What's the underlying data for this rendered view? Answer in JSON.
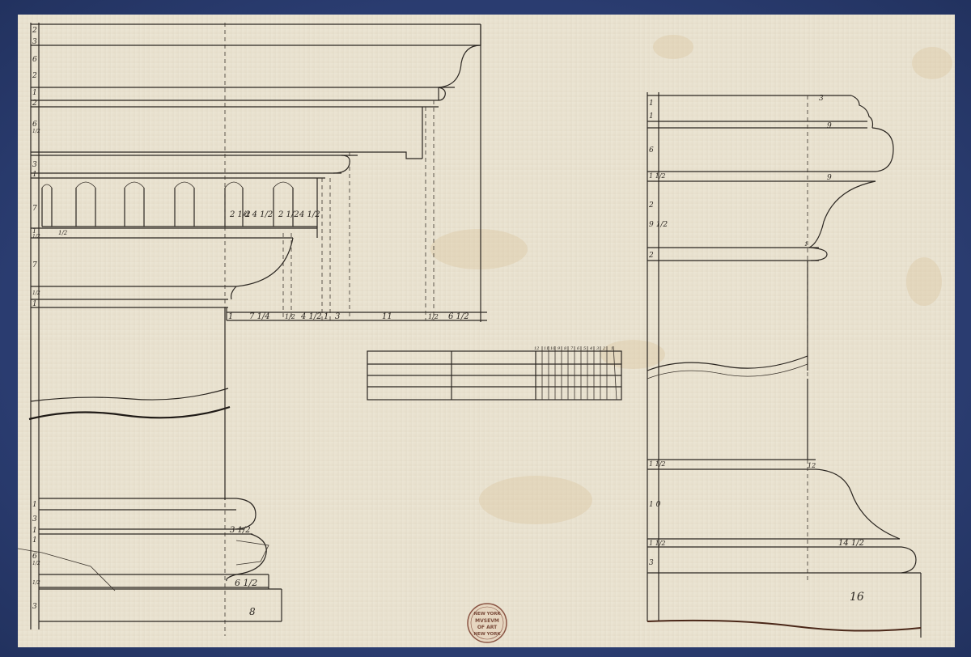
{
  "stamp": {
    "lines": [
      "NEW YORK",
      "MVSEVM",
      "OF ART",
      "NEW YORK"
    ]
  },
  "left_scale": [
    "2",
    "3",
    "6",
    "2",
    "1",
    "2",
    "6",
    "1/2",
    "3",
    "1",
    "7",
    "1",
    "1/2",
    "7",
    "1/2",
    "1",
    "1",
    "3",
    "1",
    "1",
    "6",
    "1/2",
    "1/2",
    "3"
  ],
  "entablature_bottom_dims": [
    "1",
    "7 1/4",
    "1/2",
    "4 1/2",
    "1",
    "3",
    "11",
    "1/2",
    "6 1/2"
  ],
  "dentil_dims": [
    "2 1/2",
    "d 4 1/2",
    "2 1/2",
    "4 1/2",
    "1/2"
  ],
  "left_base_dims": [
    "3 1/2",
    "6 1/2",
    "8"
  ],
  "right_scale": [
    "1",
    "1",
    "6",
    "1 1/2",
    "2",
    "9 1/2",
    "2",
    "1 1/2",
    "1 0",
    "1 1/2",
    "3"
  ],
  "right_cap_dims": [
    "3",
    "9",
    "9",
    "1"
  ],
  "right_base_dims": [
    "12",
    "14 1/2",
    "16"
  ],
  "scale_bar": [
    "12",
    "11",
    "10",
    "9",
    "8",
    "7",
    "6",
    "5",
    "4",
    "3",
    "2",
    "1"
  ]
}
